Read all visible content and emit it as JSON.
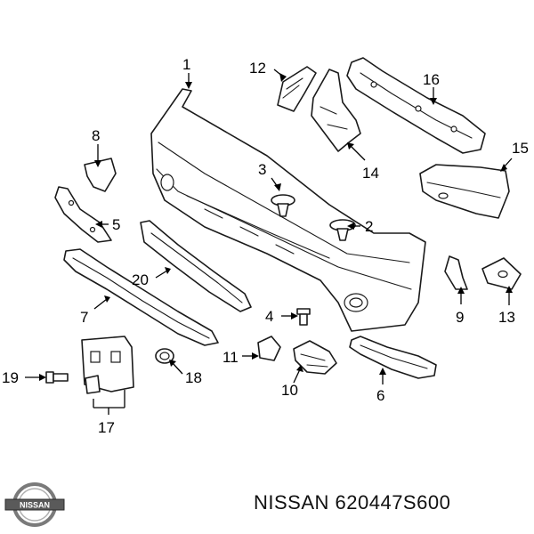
{
  "callouts": [
    "1",
    "2",
    "3",
    "4",
    "5",
    "6",
    "7",
    "8",
    "9",
    "10",
    "11",
    "12",
    "13",
    "14",
    "15",
    "16",
    "17",
    "18",
    "19",
    "20"
  ],
  "footer": {
    "brand_part": "NISSAN 620447S600"
  },
  "logo": {
    "text": "NISSAN"
  },
  "icons": {
    "logo": "nissan-logo-icon"
  },
  "colors": {
    "line": "#1a1a1a",
    "text": "#000000",
    "background": "#ffffff"
  }
}
